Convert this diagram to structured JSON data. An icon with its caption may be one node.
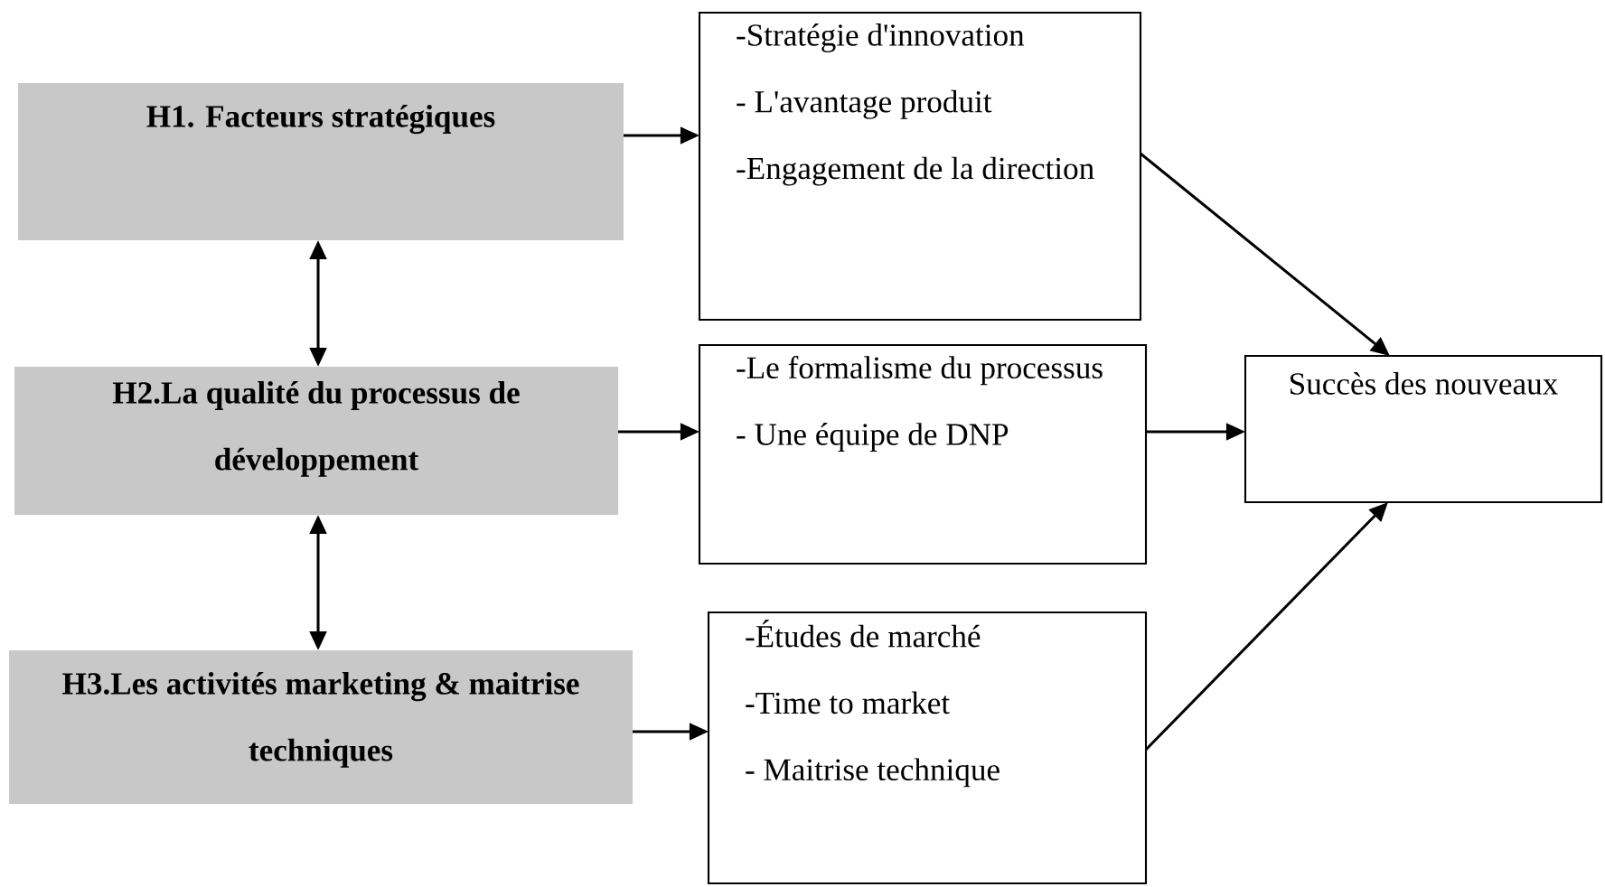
{
  "diagram": {
    "nodes": [
      {
        "text": [
          "H1. Facteurs stratégiques"
        ]
      },
      {
        "text": [
          "H2.La qualité du processus de développement"
        ]
      },
      {
        "text": [
          "H3.Les activités marketing & maitrise techniques"
        ]
      },
      {
        "text": [
          "-Stratégie d'innovation",
          "- L'avantage produit",
          "-Engagement de la direction"
        ]
      },
      {
        "text": [
          "-Le formalisme du processus",
          "- Une équipe de DNP"
        ]
      },
      {
        "text": [
          "-Études de marché",
          "-Time to market",
          "- Maitrise technique"
        ]
      },
      {
        "text": [
          "Succès des nouveaux"
        ]
      }
    ],
    "edges": [
      {
        "from": 0,
        "to": 3,
        "arrow": "to"
      },
      {
        "from": 0,
        "to": 1,
        "arrow": "both"
      },
      {
        "from": 1,
        "to": 4,
        "arrow": "to"
      },
      {
        "from": 1,
        "to": 2,
        "arrow": "both"
      },
      {
        "from": 2,
        "to": 5,
        "arrow": "to"
      },
      {
        "from": 3,
        "to": 6,
        "arrow": "to"
      },
      {
        "from": 4,
        "to": 6,
        "arrow": "to"
      },
      {
        "from": 5,
        "to": 6,
        "arrow": "to"
      }
    ]
  }
}
